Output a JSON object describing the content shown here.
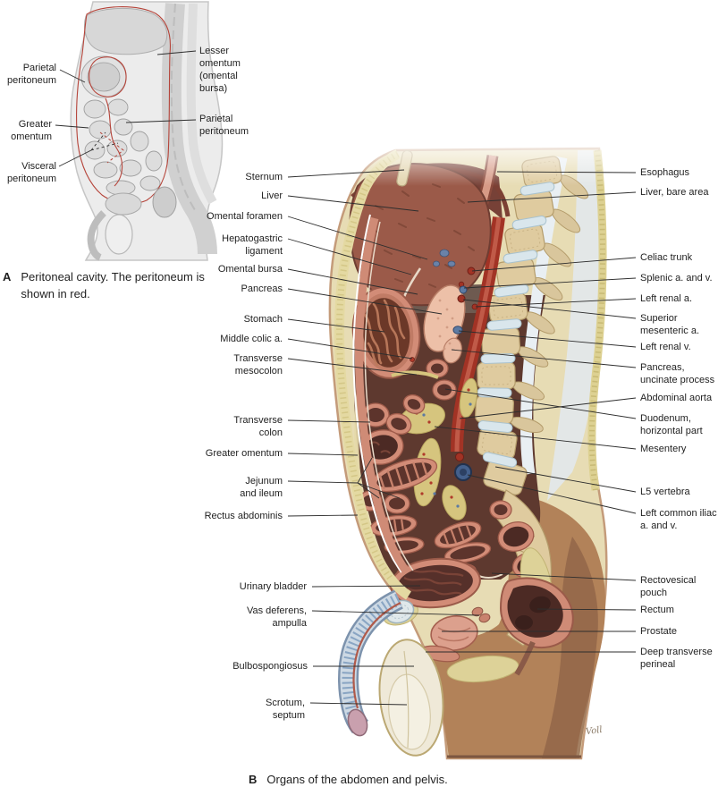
{
  "figure_a": {
    "caption": {
      "letter": "A",
      "text": "Peritoneal cavity. The peritoneum is\nshown in red."
    },
    "labels": {
      "parietal_peritoneum_left": "Parietal\nperitoneum",
      "greater_omentum": "Greater\nomentum",
      "visceral_peritoneum": "Visceral\nperitoneum",
      "lesser_omentum": "Lesser\nomentum\n(omental\nbursa)",
      "parietal_peritoneum_right": "Parietal\nperitoneum"
    }
  },
  "figure_b": {
    "caption": {
      "letter": "B",
      "text": "Organs of the abdomen and pelvis."
    },
    "signature": "Voll",
    "left_labels": [
      {
        "id": "sternum",
        "text": "Sternum"
      },
      {
        "id": "liver",
        "text": "Liver"
      },
      {
        "id": "omental-foramen",
        "text": "Omental foramen"
      },
      {
        "id": "hepatogastric-ligament",
        "text": "Hepatogastric\nligament"
      },
      {
        "id": "omental-bursa",
        "text": "Omental bursa"
      },
      {
        "id": "pancreas",
        "text": "Pancreas"
      },
      {
        "id": "stomach",
        "text": "Stomach"
      },
      {
        "id": "middle-colic-a",
        "text": "Middle colic a."
      },
      {
        "id": "transverse-mesocolon",
        "text": "Transverse\nmesocolon"
      },
      {
        "id": "transverse-colon",
        "text": "Transverse\ncolon"
      },
      {
        "id": "greater-omentum",
        "text": "Greater omentum"
      },
      {
        "id": "jejunum-and-ileum",
        "text": "Jejunum\nand ileum"
      },
      {
        "id": "rectus-abdominis",
        "text": "Rectus abdominis"
      },
      {
        "id": "urinary-bladder",
        "text": "Urinary bladder"
      },
      {
        "id": "vas-deferens-ampulla",
        "text": "Vas deferens,\nampulla"
      },
      {
        "id": "bulbospongiosus",
        "text": "Bulbospongiosus"
      },
      {
        "id": "scrotum-septum",
        "text": "Scrotum,\nseptum"
      }
    ],
    "right_labels": [
      {
        "id": "esophagus",
        "text": "Esophagus"
      },
      {
        "id": "liver-bare-area",
        "text": "Liver, bare area"
      },
      {
        "id": "celiac-trunk",
        "text": "Celiac trunk"
      },
      {
        "id": "splenic-a-and-v",
        "text": "Splenic a. and v."
      },
      {
        "id": "left-renal-a",
        "text": "Left renal a."
      },
      {
        "id": "superior-mesenteric-a",
        "text": "Superior\nmesenteric a."
      },
      {
        "id": "left-renal-v",
        "text": "Left renal v."
      },
      {
        "id": "pancreas-uncinate-process",
        "text": "Pancreas,\nuncinate process"
      },
      {
        "id": "abdominal-aorta",
        "text": "Abdominal aorta"
      },
      {
        "id": "duodenum-horizontal-part",
        "text": "Duodenum,\nhorizontal part"
      },
      {
        "id": "mesentery",
        "text": "Mesentery"
      },
      {
        "id": "l5-vertebra",
        "text": "L5 vertebra"
      },
      {
        "id": "left-common-iliac-a-and-v",
        "text": "Left common iliac\na. and v."
      },
      {
        "id": "rectovesical-pouch",
        "text": "Rectovesical\npouch"
      },
      {
        "id": "rectum",
        "text": "Rectum"
      },
      {
        "id": "prostate",
        "text": "Prostate"
      },
      {
        "id": "deep-transverse-perineal",
        "text": "Deep transverse\nperineal"
      }
    ]
  },
  "colors": {
    "label_text": "#1f1f1f",
    "leader_line": "#2e2e2e",
    "peritoneum_red": "#b5443a",
    "liver": "#9b5a49",
    "bowel_wall": "#d28c77",
    "bowel_lumen": "#5d342c",
    "aorta": "#a23325",
    "bone": "#dfcb9f",
    "disc": "#d9e6ec",
    "fat": "#e2d79e",
    "muscle": "#cf8b76",
    "skin": "#bb906b",
    "scrotum": "#efe9d8",
    "penis_erectile_tissue": "#8fa9c4",
    "background": "#ffffff"
  }
}
